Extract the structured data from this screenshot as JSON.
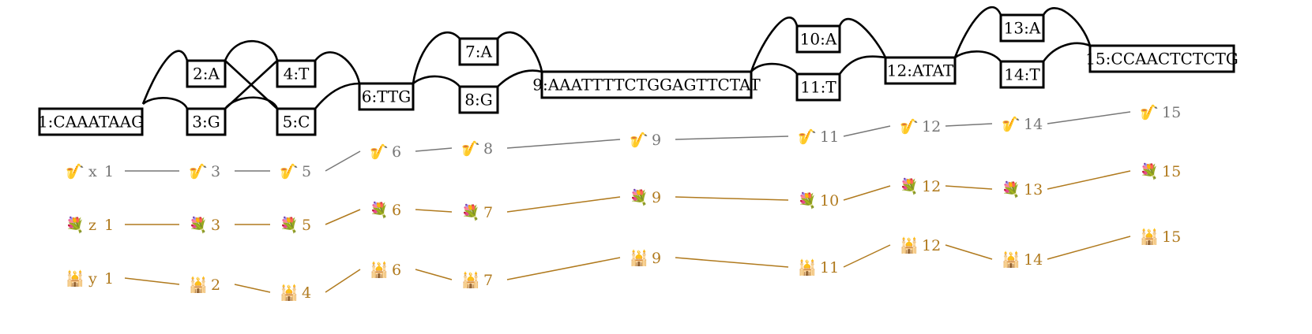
{
  "nodes": [
    {
      "id": 1,
      "label": "1:CAAATAAG"
    },
    {
      "id": 2,
      "label": "2:A"
    },
    {
      "id": 3,
      "label": "3:G"
    },
    {
      "id": 4,
      "label": "4:T"
    },
    {
      "id": 5,
      "label": "5:C"
    },
    {
      "id": 6,
      "label": "6:TTG"
    },
    {
      "id": 7,
      "label": "7:A"
    },
    {
      "id": 8,
      "label": "8:G"
    },
    {
      "id": 9,
      "label": "9:AAATTTTCTGGAGTTCTAT"
    },
    {
      "id": 10,
      "label": "10:A"
    },
    {
      "id": 11,
      "label": "11:T"
    },
    {
      "id": 12,
      "label": "12:ATAT"
    },
    {
      "id": 13,
      "label": "13:A"
    },
    {
      "id": 14,
      "label": "14:T"
    },
    {
      "id": 15,
      "label": "15:CCAACTCTCTG"
    }
  ],
  "edges": [
    [
      1,
      2
    ],
    [
      1,
      3
    ],
    [
      2,
      4
    ],
    [
      2,
      5
    ],
    [
      3,
      4
    ],
    [
      3,
      5
    ],
    [
      4,
      6
    ],
    [
      5,
      6
    ],
    [
      6,
      7
    ],
    [
      6,
      8
    ],
    [
      7,
      9
    ],
    [
      8,
      9
    ],
    [
      9,
      10
    ],
    [
      9,
      11
    ],
    [
      10,
      12
    ],
    [
      11,
      12
    ],
    [
      12,
      13
    ],
    [
      12,
      14
    ],
    [
      13,
      15
    ],
    [
      14,
      15
    ]
  ],
  "paths": [
    {
      "name": "x",
      "icon": "saxophone-icon",
      "glyph": "🎷",
      "color": "#777777",
      "link_color": "#777777",
      "steps": [
        1,
        3,
        5,
        6,
        8,
        9,
        11,
        12,
        14,
        15
      ]
    },
    {
      "name": "z",
      "icon": "bouquet-icon",
      "glyph": "💐",
      "color": "#b07a1e",
      "link_color": "#b07a1e",
      "steps": [
        1,
        3,
        5,
        6,
        7,
        9,
        10,
        12,
        13,
        15
      ]
    },
    {
      "name": "y",
      "icon": "mosque-icon",
      "glyph": "🕌",
      "color": "#b07a1e",
      "link_color": "#b07a1e",
      "steps": [
        1,
        2,
        4,
        6,
        7,
        9,
        11,
        12,
        14,
        15
      ]
    }
  ]
}
